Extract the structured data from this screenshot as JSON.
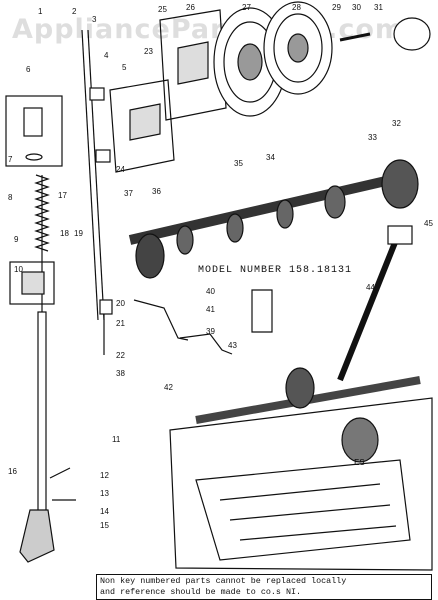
{
  "watermark": "AppliancePartsPros.com",
  "model_label": "MODEL NUMBER 158.18131",
  "inset_label": "ES",
  "note": {
    "line1": "Non key numbered parts cannot be replaced locally",
    "line2": "and reference should be made to co.s NI."
  },
  "parts": [
    "1",
    "2",
    "3",
    "4",
    "5",
    "6",
    "7",
    "8",
    "9",
    "10",
    "11",
    "12",
    "13",
    "14",
    "15",
    "16",
    "17",
    "18",
    "19",
    "20",
    "21",
    "22",
    "23",
    "24",
    "25",
    "26",
    "27",
    "28",
    "29",
    "30",
    "31",
    "32",
    "33",
    "34",
    "35",
    "36",
    "37",
    "38",
    "39",
    "40",
    "41",
    "42",
    "43",
    "44",
    "45"
  ]
}
